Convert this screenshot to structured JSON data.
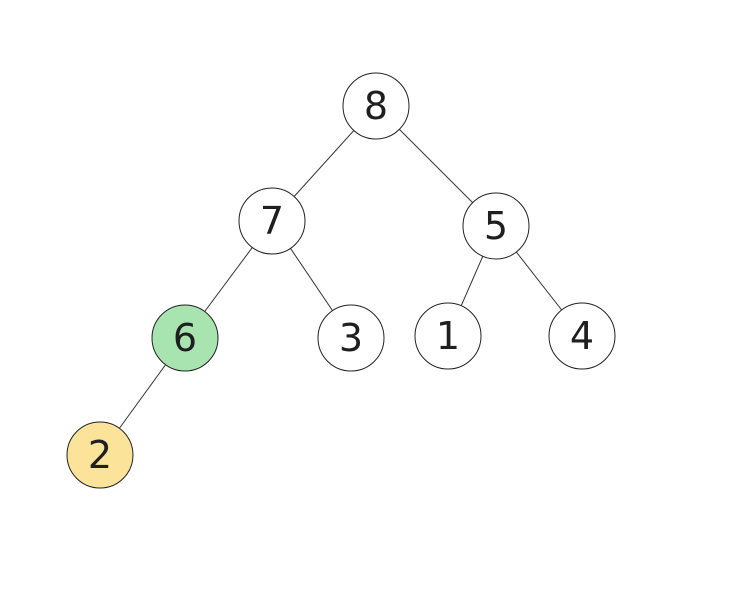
{
  "tree": {
    "nodes": [
      {
        "id": "n8",
        "label": "8",
        "fill": "#ffffff"
      },
      {
        "id": "n7",
        "label": "7",
        "fill": "#ffffff"
      },
      {
        "id": "n5",
        "label": "5",
        "fill": "#ffffff"
      },
      {
        "id": "n6",
        "label": "6",
        "fill": "#a8e4b0"
      },
      {
        "id": "n3",
        "label": "3",
        "fill": "#ffffff"
      },
      {
        "id": "n1",
        "label": "1",
        "fill": "#ffffff"
      },
      {
        "id": "n4",
        "label": "4",
        "fill": "#ffffff"
      },
      {
        "id": "n2",
        "label": "2",
        "fill": "#fbe49a"
      }
    ],
    "edges": [
      {
        "from": "n8",
        "to": "n7"
      },
      {
        "from": "n8",
        "to": "n5"
      },
      {
        "from": "n7",
        "to": "n6"
      },
      {
        "from": "n7",
        "to": "n3"
      },
      {
        "from": "n5",
        "to": "n1"
      },
      {
        "from": "n5",
        "to": "n4"
      },
      {
        "from": "n6",
        "to": "n2"
      }
    ]
  }
}
